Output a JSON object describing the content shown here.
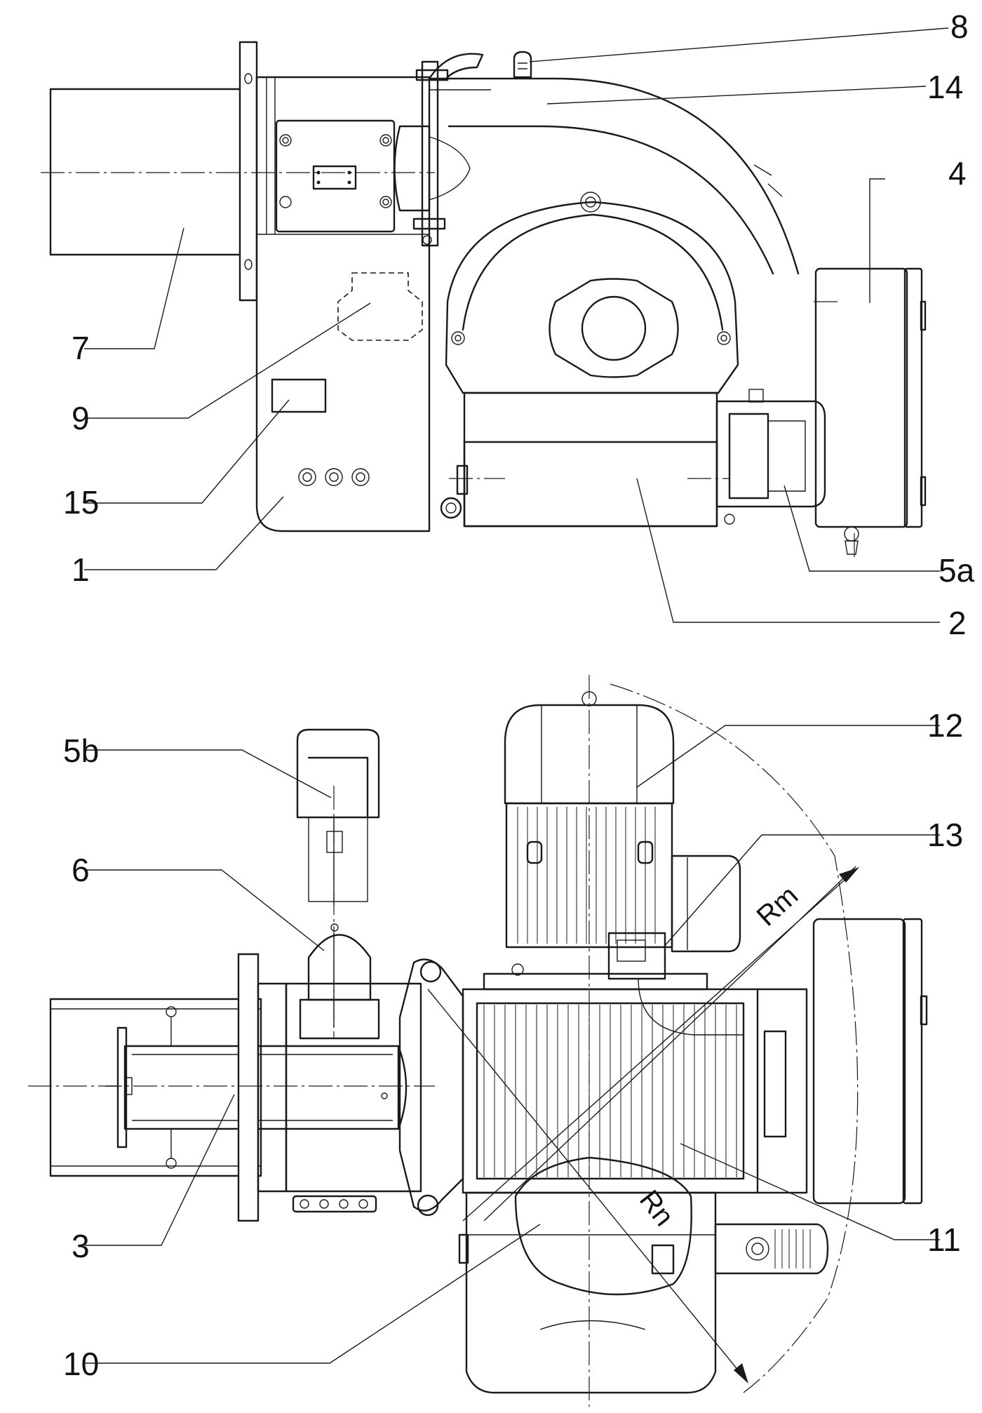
{
  "figure": {
    "callouts": {
      "c1": "1",
      "c2": "2",
      "c3": "3",
      "c4": "4",
      "c5a": "5a",
      "c5b": "5b",
      "c6": "6",
      "c7": "7",
      "c8": "8",
      "c9": "9",
      "c10": "10",
      "c11": "11",
      "c12": "12",
      "c13": "13",
      "c14": "14",
      "c15": "15"
    },
    "radius_labels": {
      "rm": "Rm",
      "rn": "Rn"
    }
  }
}
